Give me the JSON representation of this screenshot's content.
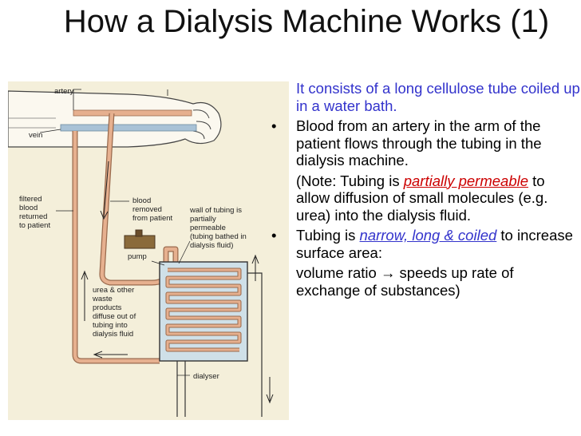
{
  "title": "How a Dialysis Machine Works (1)",
  "diagram": {
    "labels": {
      "artery": "artery",
      "vein": "vein",
      "filtered_1": "filtered",
      "filtered_2": "blood",
      "filtered_3": "returned",
      "filtered_4": "to patient",
      "blood_1": "blood",
      "blood_2": "removed",
      "blood_3": "from patient",
      "wall_1": "wall of tubing is",
      "wall_2": "partially",
      "wall_3": "permeable",
      "wall_4": "(tubing bathed in",
      "wall_5": "dialysis fluid)",
      "pump": "pump",
      "urea_1": "urea & other",
      "urea_2": "waste",
      "urea_3": "products",
      "urea_4": "diffuse out of",
      "urea_5": "tubing into",
      "urea_6": "dialysis fluid",
      "dialyser": "dialyser"
    }
  },
  "text": {
    "p1": "It consists of a long cellulose tube coiled up in a water bath.",
    "bullet": "•",
    "p2": "Blood from an artery in the arm of the patient flows through the tubing in the dialysis machine.",
    "p3_pre": "(Note: Tubing is ",
    "p3_em": "partially permeable",
    "p3_post": " to allow diffusion of small molecules (e.g. urea) into the dialysis fluid.",
    "p4_pre": "Tubing is ",
    "p4_em": "narrow, long & coiled",
    "p4_post": " to increase surface area:",
    "p5": "volume ratio → speeds up rate of exchange of substances)"
  },
  "colors": {
    "paper": "#f4efda",
    "tube": "#e6b08f",
    "vein_band": "#a9c2d6",
    "bath": "#cfe0e8",
    "blue_text": "#3333cc",
    "red_text": "#cc0000"
  }
}
